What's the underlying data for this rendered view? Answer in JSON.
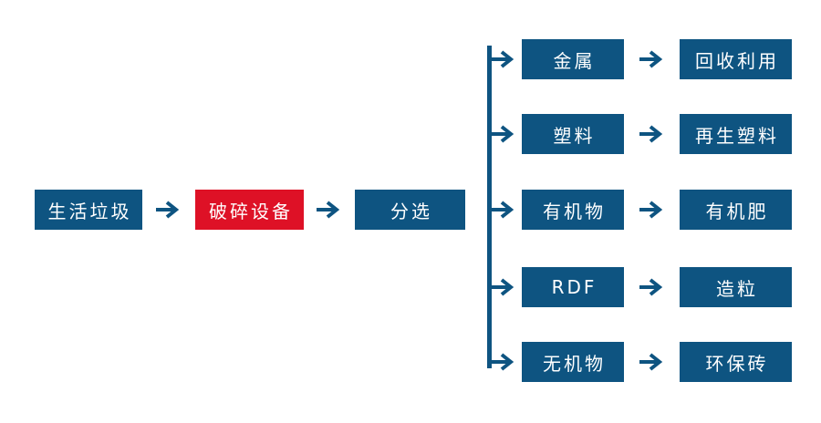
{
  "diagram": {
    "colors": {
      "box_blue": "#0E5481",
      "box_red": "#DE1126",
      "arrow": "#0E5481",
      "text": "#ffffff",
      "background": "#ffffff"
    },
    "main_flow": [
      {
        "label": "生活垃圾",
        "color": "blue"
      },
      {
        "label": "破碎设备",
        "color": "red"
      },
      {
        "label": "分选",
        "color": "blue"
      }
    ],
    "branches": [
      {
        "material": "金属",
        "result": "回收利用"
      },
      {
        "material": "塑料",
        "result": "再生塑料"
      },
      {
        "material": "有机物",
        "result": "有机肥"
      },
      {
        "material": "RDF",
        "result": "造粒"
      },
      {
        "material": "无机物",
        "result": "环保砖"
      }
    ]
  }
}
